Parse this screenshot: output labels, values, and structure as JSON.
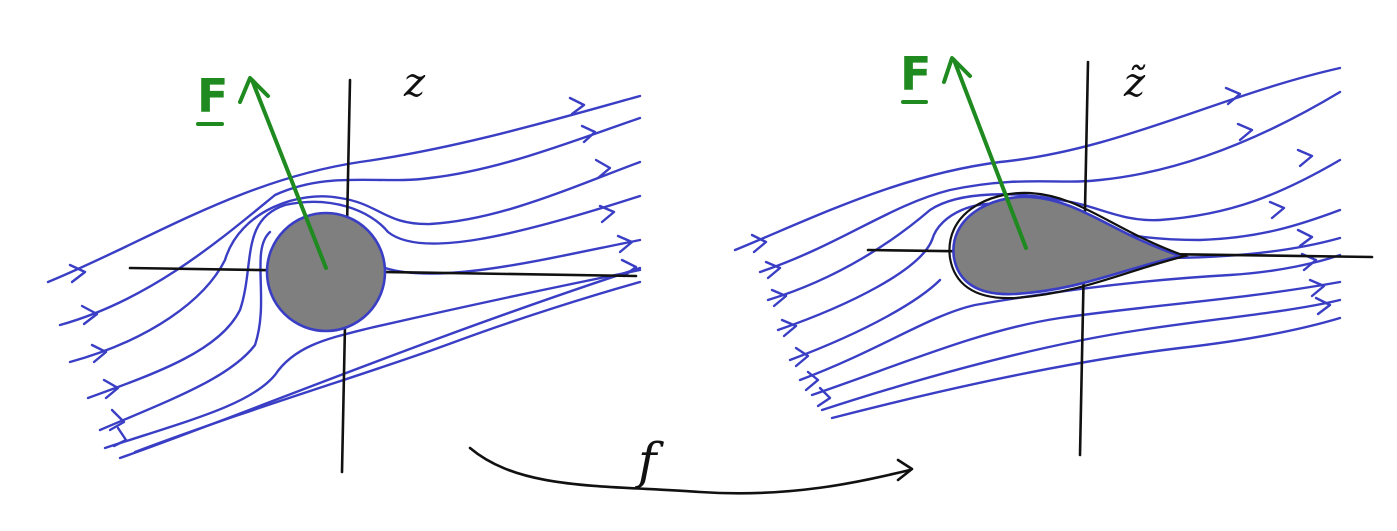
{
  "left_panel": {
    "force_label": "F",
    "plane_label": "z"
  },
  "right_panel": {
    "force_label": "F",
    "plane_label": "z̃"
  },
  "mapping": {
    "label": "f"
  },
  "colors": {
    "streamlines": "#3a3ec4",
    "force_vector": "#1f8a1f",
    "body_fill": "#7f7f7f",
    "axes": "#111111"
  }
}
